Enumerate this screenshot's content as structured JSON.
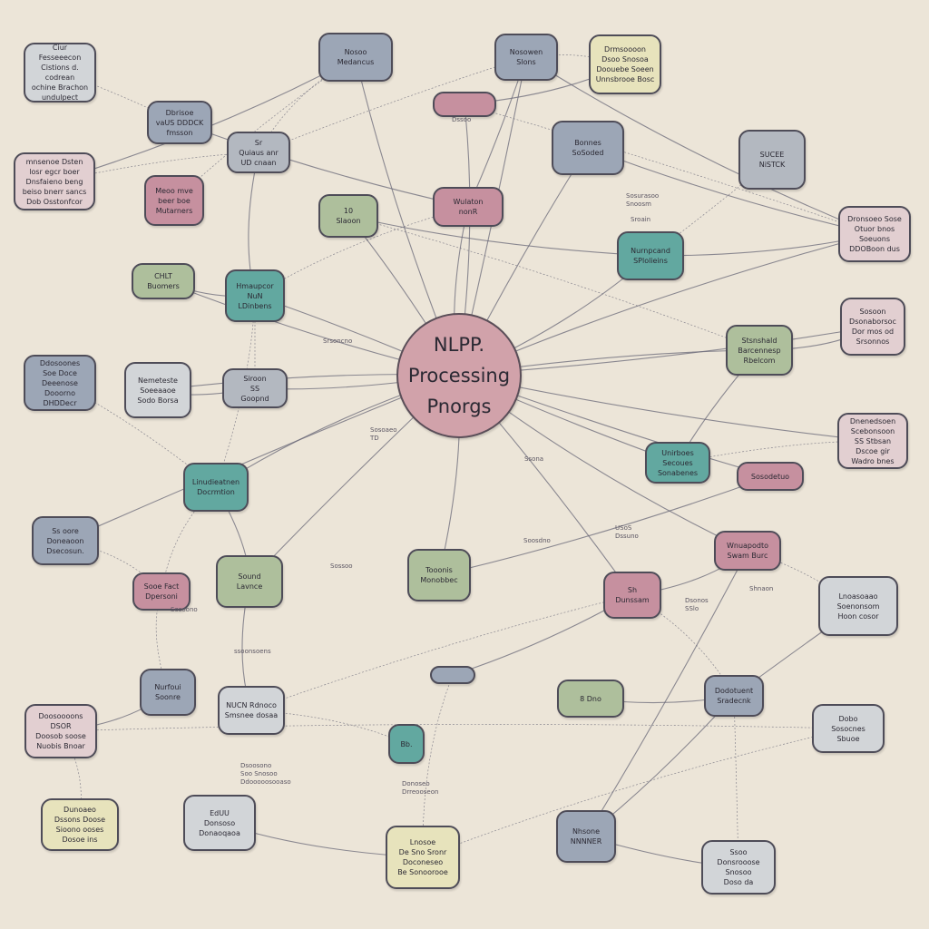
{
  "colors": {
    "background": "#ece5d8",
    "edge": "#6a6878",
    "bluegray": "#9ca6b6",
    "pink": "#c6909f",
    "green": "#aebf9c",
    "teal": "#62a8a0"
  },
  "center": {
    "label": "NLPP.\nProcessing\nPnorgs"
  },
  "nodes": [
    "Ciur\nFesseeecon\nCistions d. codrean\nochine Brachon\nundulpect",
    "Dbrisoe\nvaUS DDDCK\nfmsson",
    "Sr\nQuiaus anr\nUD cnaan",
    "mnsenoe Dsten\nlosr egcr boer\nDnsfaieno beng\nbeiso bnerr sancs\nDob Osstonfcor",
    "Meoo mve\nbeer boe\nMutarners",
    "Nosoo\nMedancus",
    "Nosowen\nSlons",
    "Drmsoooon\nDsoo Snosoa\nDoouebe Soeen\nUnnsbrooe Bosc",
    "",
    "Bonnes\nSoSoded",
    "SUCEE\nNiSTCK",
    "10\nSlaoon",
    "Wulaton\nnonR",
    "Dronsoeo Sose\nOtuor bnos\nSoeuons\nDDOBoon dus",
    "Nurnpcand\nSPlolieins",
    "CHLT\nBuomers",
    "Hmaupcor\nNuN\nLDinbens",
    "Sosoon\nDsonaborsoc\nDor mos od\nSrsonnos",
    "Stsnshald\nBarcennesp\nRbelcom",
    "Ddosoones\nSoe Doce\nDeeenose\nDooorno\nDHDDecr",
    "Nemeteste\nSoeeaaoe\nSodo Borsa",
    "Siroon\nSS\nGoopnd",
    "Dnenedsoen\nScebonsoon\nSS Stbsan\nDscoe gir\nWadro bnes",
    "Unirboes\nSecoues\nSonabenes",
    "Linudieatnen\nDocrmtion",
    "Sosodetuo",
    "Ss oore\nDoneaoon\nDsecosun.",
    "Tooonis\nMonobbec",
    "Wnuapodto\nSwam Burc",
    "Sooe Fact\nDpersoni",
    "Sound\nLavnce",
    "Sh\nDunssam",
    "Lnoasoaao\nSoenonsom\nHoon cosor",
    "Nurfoui\nSoonre",
    "NUCN Rdnoco\nSmsnee dosaa",
    "",
    "8 Dno",
    "Dodotuent\nSradecnk",
    "Doosoooons\nDSOR\nDoosob soose\nNuobis Bnoar",
    "Bb.",
    "Dobo\nSosocnes\nSbuoe",
    "Dunoaeo\nDssons Doose\nSioono ooses\nDosoe ins",
    "EdUU\nDonsoso\nDonaoqaoa",
    "Lnosoe\nDe Sno Sronr\nDoconeseo\nBe Sonoorooe",
    "Nhsone\nNNNNER",
    "Ssoo\nDonsrooose\nSnosoo\nDoso da"
  ],
  "tags": [
    "Sosurasoo\nSnoosm",
    "Sroain",
    "Dssoo",
    "Srsoncno",
    "Ssona",
    "ssoonsoens",
    "USoS\nDssuno",
    "Donoseo\nDrreooseon",
    "Shnaon",
    "Dsonos\nSSlo",
    "Sosoaeo\nTD",
    "Sossoo",
    "Dsoosono\nSoo Snosoo\nDdooooosooaso",
    "Sosoono",
    "Soosdno"
  ]
}
